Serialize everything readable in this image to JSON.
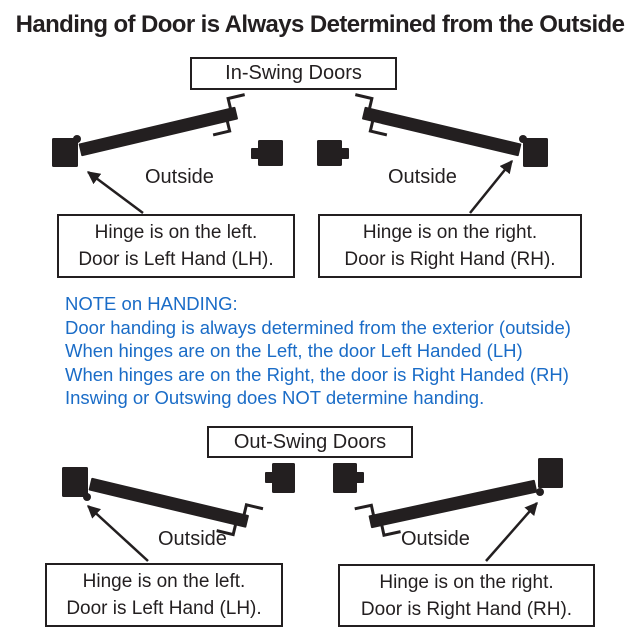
{
  "title": "Handing of Door is Always Determined from the Outside",
  "in_swing": {
    "label": "In-Swing Doors",
    "left_outside": "Outside",
    "right_outside": "Outside",
    "left_box": {
      "line1": "Hinge is on the left.",
      "line2": "Door is Left Hand (LH)."
    },
    "right_box": {
      "line1": "Hinge is on the right.",
      "line2": "Door is Right Hand (RH)."
    }
  },
  "out_swing": {
    "label": "Out-Swing Doors",
    "left_outside": "Outside",
    "right_outside": "Outside",
    "left_box": {
      "line1": "Hinge is on the left.",
      "line2": "Door is Left Hand (LH)."
    },
    "right_box": {
      "line1": "Hinge is on the right.",
      "line2": "Door is Right Hand (RH)."
    }
  },
  "note": {
    "heading": "NOTE on HANDING:",
    "lines": [
      "Door handing is always determined from the exterior (outside)",
      "When hinges are on the Left, the door Left Handed (LH)",
      "When hinges are on the Right, the door is Right Handed (RH)",
      "Inswing or Outswing does NOT determine handing."
    ]
  },
  "colors": {
    "ink": "#231f20",
    "note_blue": "#1a6cc7"
  }
}
